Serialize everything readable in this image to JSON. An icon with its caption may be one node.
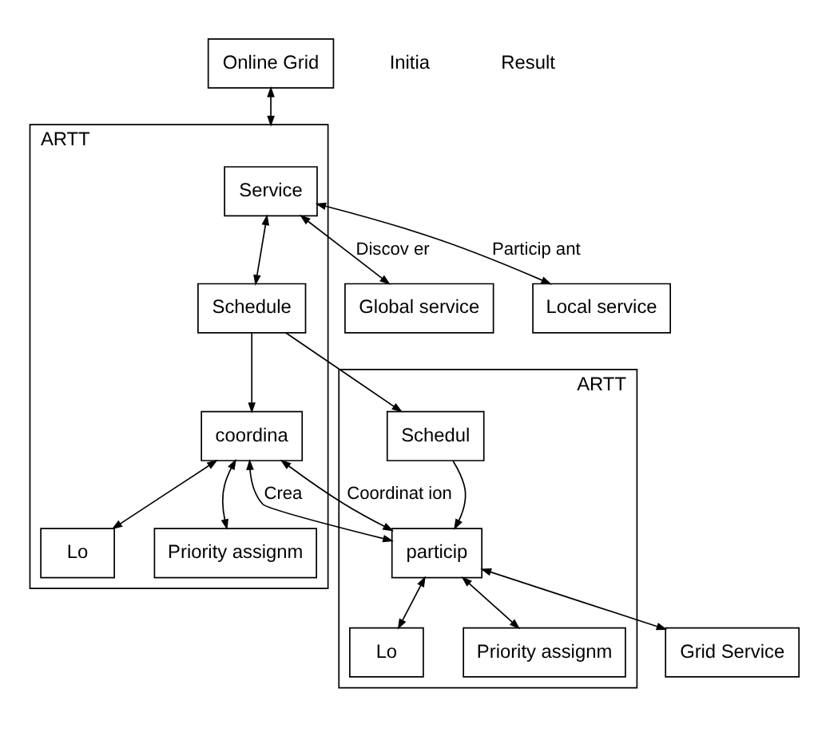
{
  "diagram": {
    "nodes": [
      {
        "text": [
          "Online Grid"
        ]
      },
      {
        "text": [
          "ARTT"
        ]
      },
      {
        "text": [
          "Service"
        ],
        "in": 1
      },
      {
        "text": [
          "Schedule"
        ],
        "in": 1
      },
      {
        "text": [
          "Lo"
        ],
        "in": 1
      },
      {
        "text": [
          "coordina"
        ],
        "in": 1
      },
      {
        "text": [
          "Priority assignm"
        ],
        "in": 1
      },
      {
        "text": [
          "Global service"
        ]
      },
      {
        "text": [
          "Local service"
        ]
      },
      {
        "text": [
          "ARTT"
        ]
      },
      {
        "text": [
          "Schedul"
        ],
        "in": 9
      },
      {
        "text": [
          "Lo"
        ],
        "in": 9
      },
      {
        "text": [
          "particip"
        ],
        "in": 9
      },
      {
        "text": [
          "Priority assignm"
        ],
        "in": 9
      },
      {
        "text": [
          "Grid Service"
        ]
      }
    ],
    "edges": [
      {
        "from": 0,
        "to": 1,
        "arrow": "both"
      },
      {
        "from": 2,
        "to": 7,
        "arrow": "both",
        "label": "Discov er"
      },
      {
        "from": 2,
        "to": 8,
        "arrow": "both",
        "label": "Particip ant"
      },
      {
        "from": 2,
        "to": 3,
        "arrow": "both"
      },
      {
        "from": 3,
        "to": 10,
        "arrow": "to"
      },
      {
        "from": 3,
        "to": 5,
        "arrow": "to"
      },
      {
        "from": 5,
        "to": 4,
        "arrow": "both"
      },
      {
        "from": 5,
        "to": 6,
        "arrow": "both"
      },
      {
        "from": 5,
        "to": 12,
        "arrow": "both",
        "label": "Crea"
      },
      {
        "from": 5,
        "to": 12,
        "arrow": "both",
        "label": "Coordinat ion"
      },
      {
        "from": 10,
        "to": 12,
        "arrow": "to"
      },
      {
        "from": 12,
        "to": 11,
        "arrow": "both"
      },
      {
        "from": 12,
        "to": 13,
        "arrow": "both"
      },
      {
        "from": 12,
        "to": 14,
        "arrow": "both"
      }
    ],
    "labels": [
      "Initia",
      "Result"
    ]
  }
}
